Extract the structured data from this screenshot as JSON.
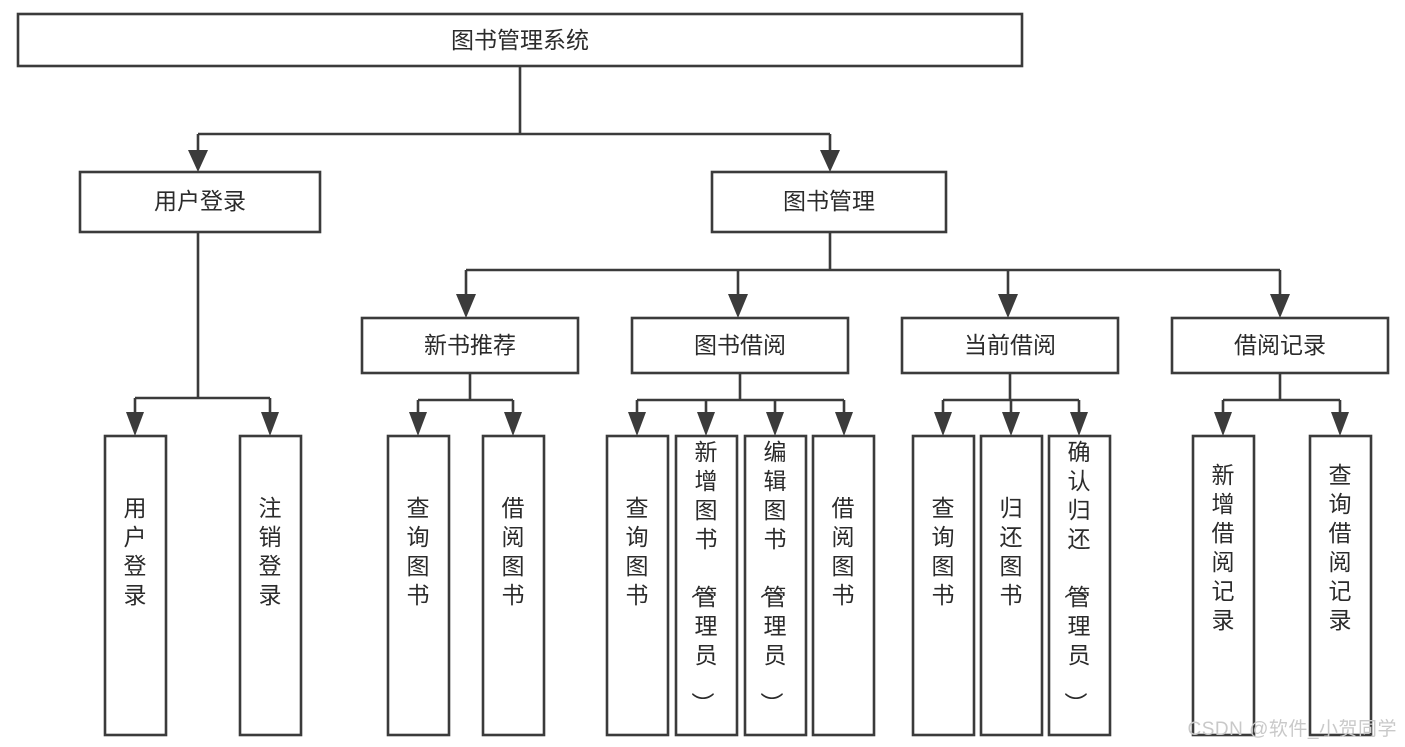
{
  "diagram": {
    "type": "tree",
    "title": "图书管理系统",
    "orientation": "top-down",
    "watermark": "CSDN @软件_小贺同学",
    "colors": {
      "box_stroke": "#3b3b3b",
      "box_fill": "#ffffff",
      "connector": "#3b3b3b",
      "text": "#2b2b2b",
      "watermark": "#c9c9c9",
      "background": "#ffffff"
    },
    "levels": [
      {
        "level": 1,
        "nodes": [
          {
            "id": "root",
            "label": "图书管理系统",
            "orientation": "horizontal"
          }
        ]
      },
      {
        "level": 2,
        "nodes": [
          {
            "id": "login",
            "label": "用户登录",
            "orientation": "horizontal",
            "parent": "root"
          },
          {
            "id": "bookmgmt",
            "label": "图书管理",
            "orientation": "horizontal",
            "parent": "root"
          }
        ]
      },
      {
        "level": 3,
        "nodes": [
          {
            "id": "newbook",
            "label": "新书推荐",
            "orientation": "horizontal",
            "parent": "bookmgmt"
          },
          {
            "id": "borrow",
            "label": "图书借阅",
            "orientation": "horizontal",
            "parent": "bookmgmt"
          },
          {
            "id": "current",
            "label": "当前借阅",
            "orientation": "horizontal",
            "parent": "bookmgmt"
          },
          {
            "id": "records",
            "label": "借阅记录",
            "orientation": "horizontal",
            "parent": "bookmgmt"
          }
        ]
      },
      {
        "level": 4,
        "nodes": [
          {
            "id": "leaf-1",
            "label": "用户登录",
            "orientation": "vertical",
            "parent": "login"
          },
          {
            "id": "leaf-2",
            "label": "注销登录",
            "orientation": "vertical",
            "parent": "login"
          },
          {
            "id": "leaf-3",
            "label": "查询图书",
            "orientation": "vertical",
            "parent": "newbook"
          },
          {
            "id": "leaf-4",
            "label": "借阅图书",
            "orientation": "vertical",
            "parent": "newbook"
          },
          {
            "id": "leaf-5",
            "label": "查询图书",
            "orientation": "vertical",
            "parent": "borrow"
          },
          {
            "id": "leaf-6",
            "label": "新增图书（管理员）",
            "orientation": "vertical",
            "parent": "borrow"
          },
          {
            "id": "leaf-7",
            "label": "编辑图书（管理员）",
            "orientation": "vertical",
            "parent": "borrow"
          },
          {
            "id": "leaf-8",
            "label": "借阅图书",
            "orientation": "vertical",
            "parent": "borrow"
          },
          {
            "id": "leaf-9",
            "label": "查询图书",
            "orientation": "vertical",
            "parent": "current"
          },
          {
            "id": "leaf-10",
            "label": "归还图书",
            "orientation": "vertical",
            "parent": "current"
          },
          {
            "id": "leaf-11",
            "label": "确认归还（管理员）",
            "orientation": "vertical",
            "parent": "current"
          },
          {
            "id": "leaf-12",
            "label": "新增借阅记录",
            "orientation": "vertical",
            "parent": "records"
          },
          {
            "id": "leaf-13",
            "label": "查询借阅记录",
            "orientation": "vertical",
            "parent": "records"
          }
        ]
      }
    ]
  }
}
